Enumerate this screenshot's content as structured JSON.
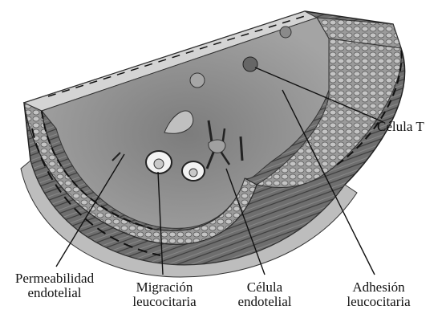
{
  "labels": {
    "celula_t": "Célula T",
    "permeabilidad": [
      "Permeabilidad",
      "endotelial"
    ],
    "migracion": [
      "Migración",
      "leucocitaria"
    ],
    "celula_endotelial": [
      "Célula",
      "endotelial"
    ],
    "adhesion": [
      "Adhesión",
      "leucocitaria"
    ]
  },
  "colors": {
    "ink": "#111111",
    "wall_dark": "#4a4a4a",
    "wall_mid": "#7a7a7a",
    "wall_light": "#b9b9b9",
    "lumen": "#8e8e8e",
    "cell_white": "#f4f4f4"
  }
}
